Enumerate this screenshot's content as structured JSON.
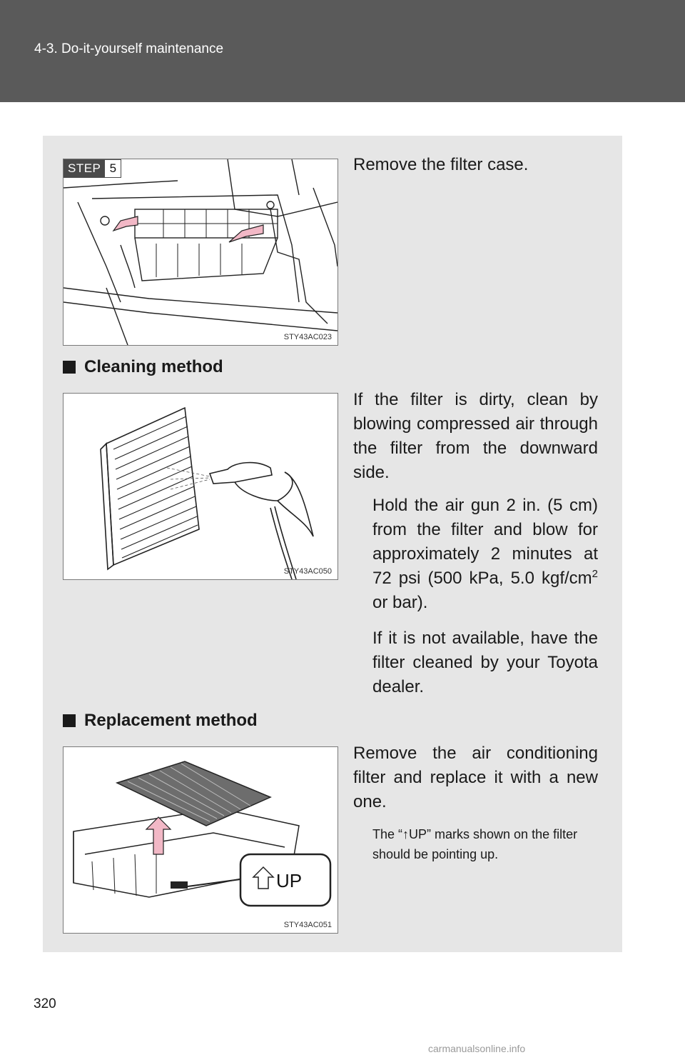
{
  "header": {
    "section": "4-3. Do-it-yourself maintenance"
  },
  "step": {
    "label": "STEP",
    "number": "5"
  },
  "steps": {
    "remove_case": "Remove the filter case."
  },
  "figures": {
    "fig1_code": "STY43AC023",
    "fig2_code": "STY43AC050",
    "fig3_code": "STY43AC051",
    "up_label": "UP"
  },
  "cleaning": {
    "heading": "Cleaning method",
    "para": "If the filter is dirty, clean by blowing compressed air through the filter from the downward side.",
    "note1_a": "Hold the air gun 2 in. (5 cm) from the filter and blow for approximately 2 minutes at 72 psi (500 kPa, 5.0 kgf/cm",
    "note1_sup": "2",
    "note1_b": " or bar).",
    "note2": "If it is not available, have the filter cleaned by your Toyota dealer."
  },
  "replacement": {
    "heading": "Replacement method",
    "para": "Remove the air conditioning filter and replace it with a new one.",
    "note_a": "The “",
    "note_arrow": "↑",
    "note_b": "UP” marks shown on the filter should be pointing up."
  },
  "page_number": "320",
  "watermark": "carmanualsonline.info",
  "colors": {
    "header_bg": "#5a5a5a",
    "panel_bg": "#e6e6e6",
    "arrow_pink": "#f2b8c6"
  },
  "icons": {
    "step_badge": "step-badge",
    "bullet": "black-square-icon",
    "up_arrow": "up-arrow-icon"
  }
}
